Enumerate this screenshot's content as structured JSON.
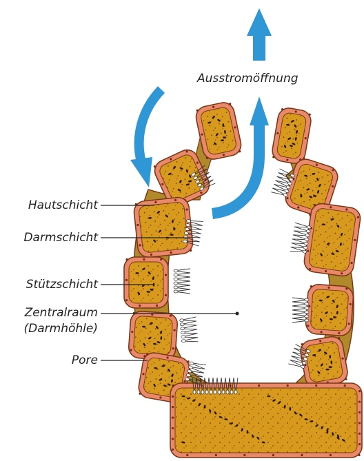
{
  "diagram": {
    "outflow_label": "Ausstromöffnung",
    "labels": {
      "hautschicht": "Hautschicht",
      "darmschicht": "Darmschicht",
      "stuetzschicht": "Stützschicht",
      "zentralraum_line1": "Zentralraum",
      "zentralraum_line2": "(Darmhöhle)",
      "pore": "Pore"
    },
    "colors": {
      "arrow": "#2f97d6",
      "cell_fill": "#d79a1d",
      "cell_rim": "#e88a6a",
      "cell_outline": "#7a3818",
      "mesoglea": "#b08a2a",
      "nucleus": "#2a1a0a",
      "collar_cells": "#333333"
    }
  }
}
